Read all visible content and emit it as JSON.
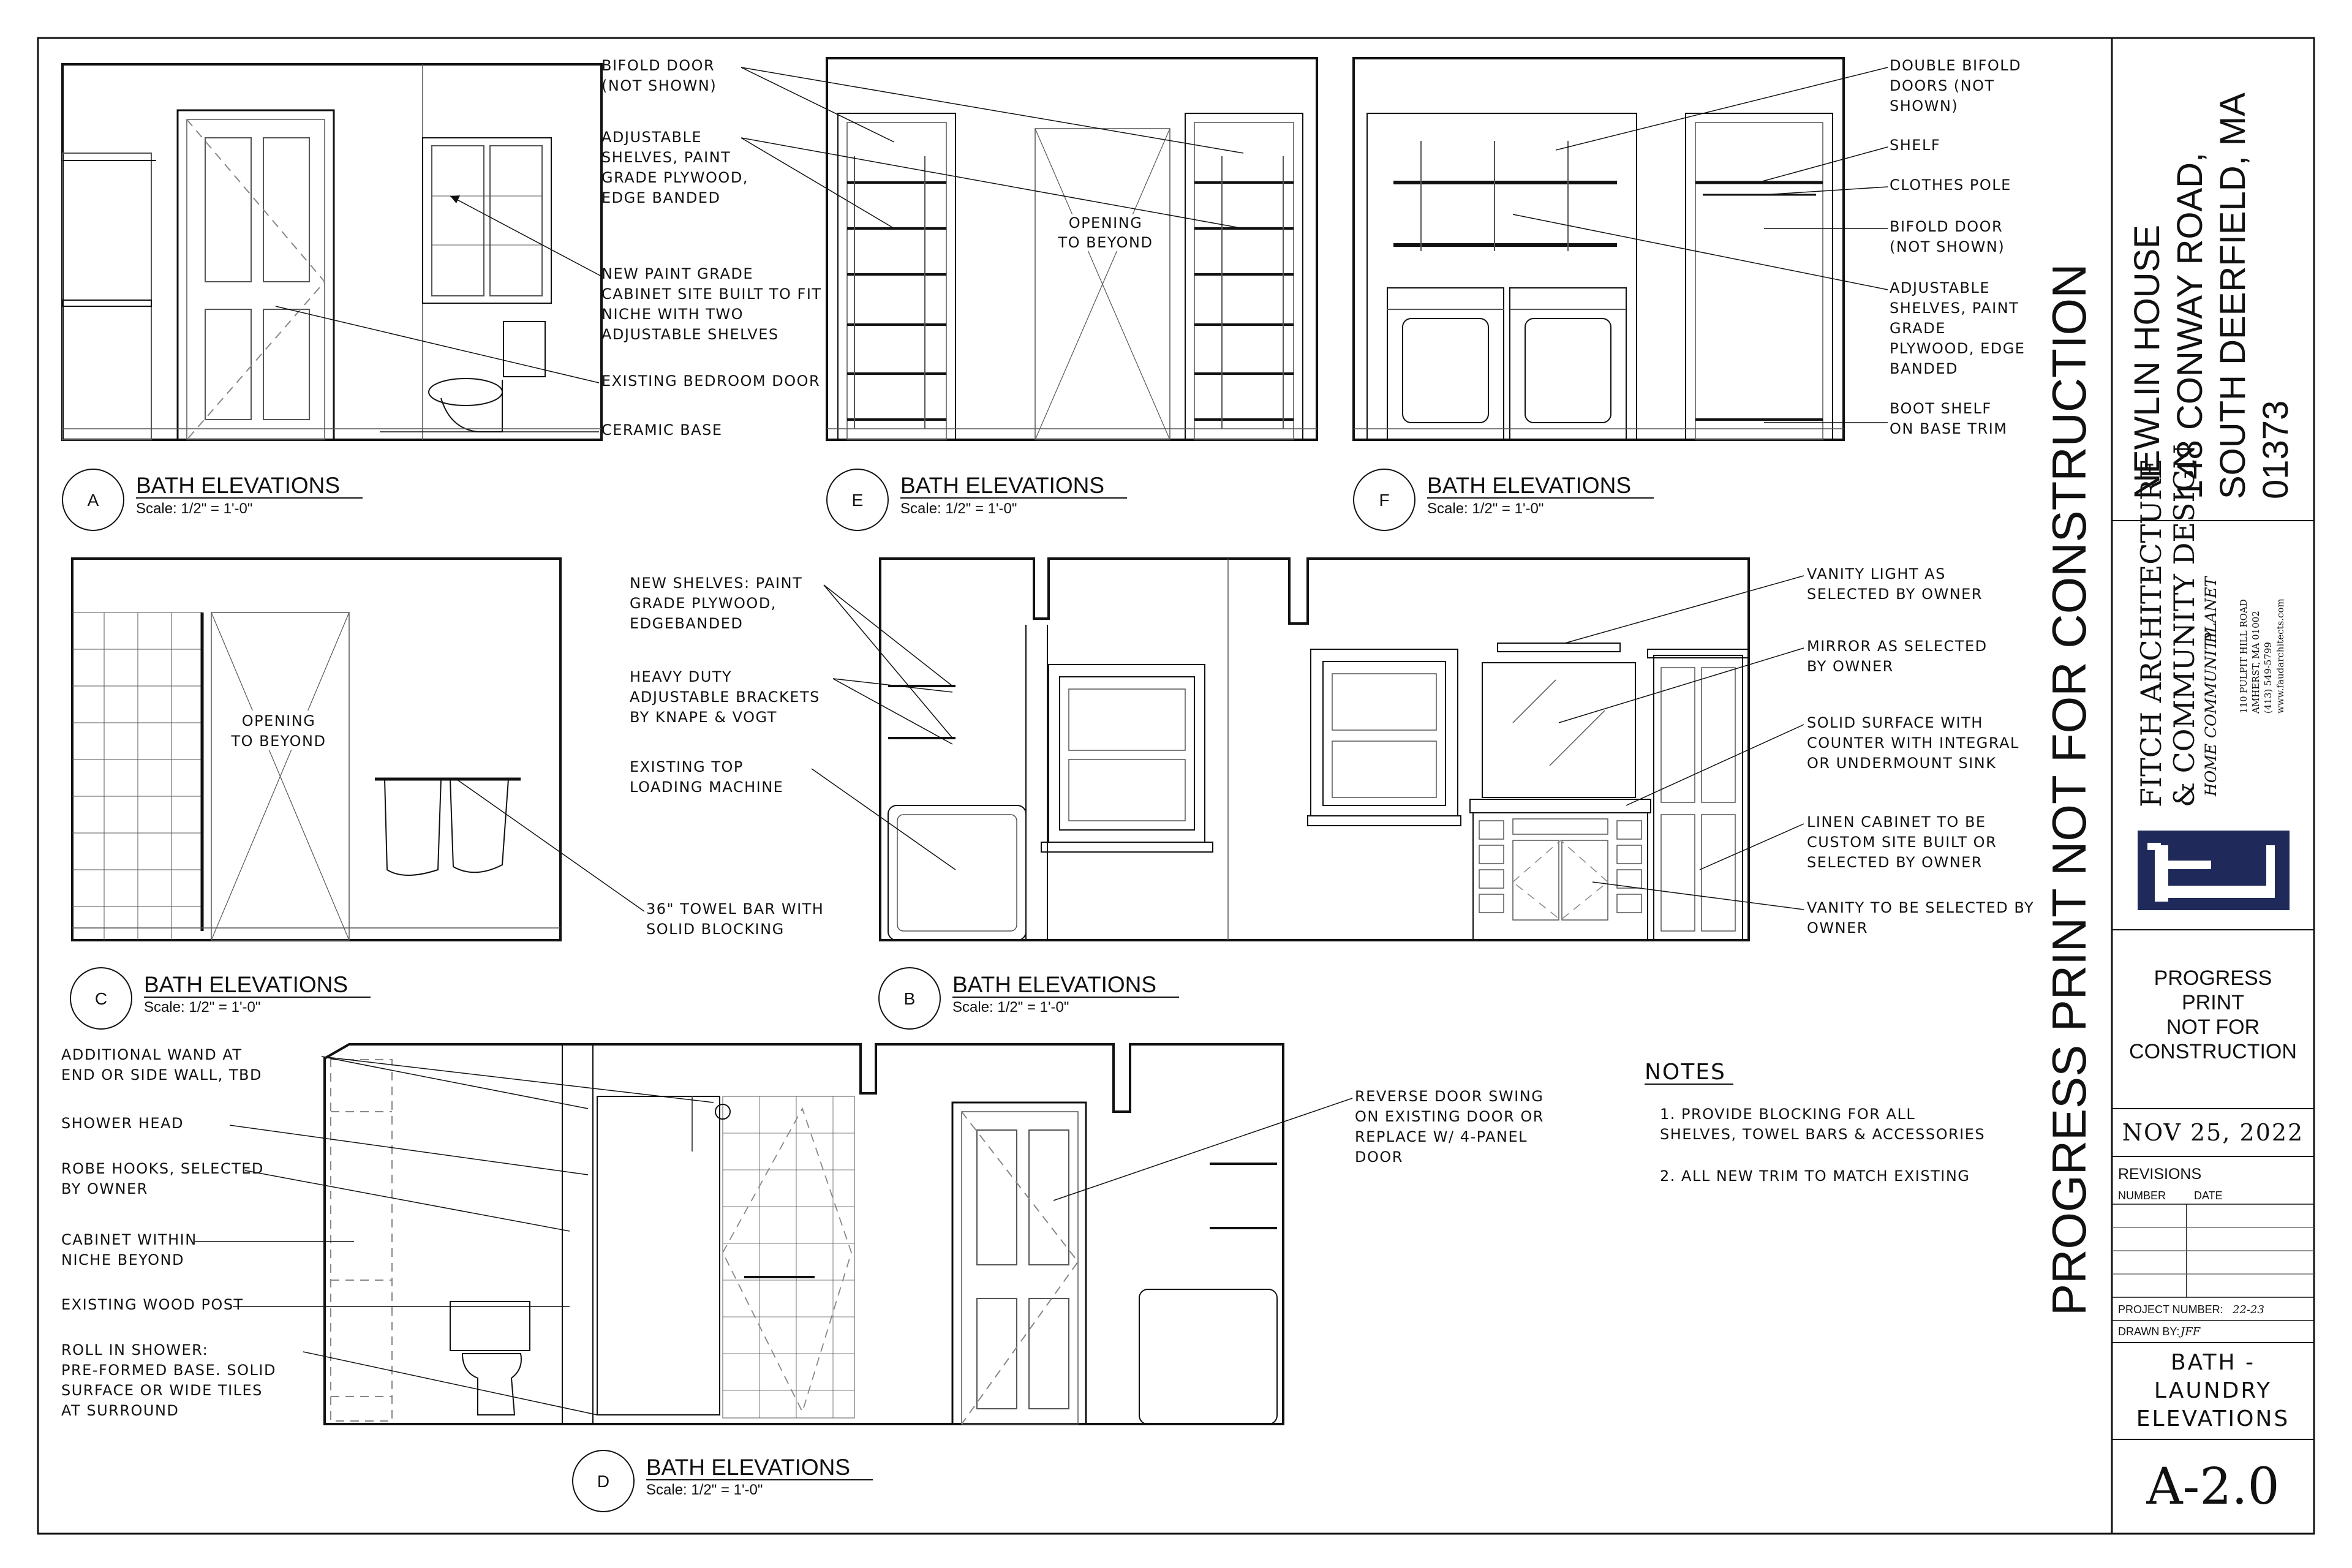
{
  "sheet": {
    "vertical_banner": "PROGRESS PRINT NOT FOR CONSTRUCTION"
  },
  "project": {
    "name": "NEWLIN HOUSE",
    "address_line1": "148 CONWAY ROAD,",
    "address_line2": "SOUTH DEERFIELD, MA",
    "address_line3": "01373"
  },
  "firm": {
    "name_line1": "FITCH ARCHITECTURE",
    "name_line2": "& COMMUNITY DESIGN",
    "tagline": [
      "HOME",
      "COMMUNITY",
      "PLANET"
    ],
    "address": [
      "110 PULPIT HILL ROAD",
      "AMHERST, MA 01002",
      "(413) 549-5799",
      "www.faudarchitects.com"
    ],
    "logo_color": "#1f2a5a"
  },
  "status": {
    "line1": "PROGRESS",
    "line2": "PRINT",
    "line3": "NOT FOR",
    "line4": "CONSTRUCTION"
  },
  "date": "NOV 25, 2022",
  "revisions": {
    "title": "REVISIONS",
    "col_number": "NUMBER",
    "col_date": "DATE"
  },
  "project_number": {
    "label": "PROJECT NUMBER:",
    "value": "22-23"
  },
  "drawn_by": {
    "label": "DRAWN BY:",
    "value": "JFF"
  },
  "sheet_title": {
    "line1": "BATH -",
    "line2": "LAUNDRY",
    "line3": "ELEVATIONS"
  },
  "sheet_number": "A-2.0",
  "elevations": {
    "A": {
      "letter": "A",
      "title": "BATH ELEVATIONS",
      "scale": "Scale: 1/2\" = 1'-0\""
    },
    "E": {
      "letter": "E",
      "title": "BATH ELEVATIONS",
      "scale": "Scale: 1/2\" = 1'-0\""
    },
    "F": {
      "letter": "F",
      "title": "BATH ELEVATIONS",
      "scale": "Scale: 1/2\" = 1'-0\""
    },
    "C": {
      "letter": "C",
      "title": "BATH ELEVATIONS",
      "scale": "Scale: 1/2\" = 1'-0\""
    },
    "B": {
      "letter": "B",
      "title": "BATH ELEVATIONS",
      "scale": "Scale: 1/2\" = 1'-0\""
    },
    "D": {
      "letter": "D",
      "title": "BATH ELEVATIONS",
      "scale": "Scale: 1/2\" = 1'-0\""
    }
  },
  "callouts": {
    "a_new_cabinet": [
      "NEW PAINT GRADE",
      "CABINET SITE BUILT TO FIT",
      "NICHE WITH TWO",
      "ADJUSTABLE SHELVES"
    ],
    "a_bedroom_door": [
      "EXISTING BEDROOM DOOR"
    ],
    "a_ceramic_base": [
      "CERAMIC BASE"
    ],
    "e_bifold": [
      "BIFOLD DOOR",
      "(NOT SHOWN)"
    ],
    "e_shelves": [
      "ADJUSTABLE",
      "SHELVES, PAINT",
      "GRADE PLYWOOD,",
      "EDGE BANDED"
    ],
    "e_opening": [
      "OPENING",
      "TO BEYOND"
    ],
    "f_double_bifold": [
      "DOUBLE BIFOLD",
      "DOORS (NOT",
      "SHOWN)"
    ],
    "f_shelf": [
      "SHELF"
    ],
    "f_clothes_pole": [
      "CLOTHES POLE"
    ],
    "f_bifold": [
      "BIFOLD DOOR",
      "(NOT SHOWN)"
    ],
    "f_shelves": [
      "ADJUSTABLE",
      "SHELVES, PAINT",
      "GRADE",
      "PLYWOOD, EDGE",
      "BANDED"
    ],
    "f_boot_shelf": [
      "BOOT SHELF",
      "ON BASE TRIM"
    ],
    "c_opening": [
      "OPENING",
      "TO BEYOND"
    ],
    "c_towel_bar": [
      "36\" TOWEL BAR WITH",
      "SOLID BLOCKING"
    ],
    "b_new_shelves": [
      "NEW SHELVES: PAINT",
      "GRADE PLYWOOD,",
      "EDGEBANDED"
    ],
    "b_brackets": [
      "HEAVY DUTY",
      "ADJUSTABLE BRACKETS",
      "BY KNAPE & VOGT"
    ],
    "b_machine": [
      "EXISTING TOP",
      "LOADING MACHINE"
    ],
    "b_vanity_light": [
      "VANITY LIGHT AS",
      "SELECTED BY OWNER"
    ],
    "b_mirror": [
      "MIRROR AS SELECTED",
      "BY OWNER"
    ],
    "b_solid_surface": [
      "SOLID SURFACE WITH",
      "COUNTER WITH INTEGRAL",
      "OR UNDERMOUNT SINK"
    ],
    "b_linen": [
      "LINEN CABINET TO BE",
      "CUSTOM SITE BUILT OR",
      "SELECTED BY OWNER"
    ],
    "b_vanity": [
      "VANITY TO BE SELECTED BY",
      "OWNER"
    ],
    "d_wand": [
      "ADDITIONAL WAND AT",
      "END OR SIDE WALL, TBD"
    ],
    "d_shower_head": [
      "SHOWER HEAD"
    ],
    "d_robe_hooks": [
      "ROBE HOOKS, SELECTED",
      "BY OWNER"
    ],
    "d_cabinet": [
      "CABINET WITHIN",
      "NICHE BEYOND"
    ],
    "d_post": [
      "EXISTING WOOD POST"
    ],
    "d_roll_in": [
      "ROLL IN SHOWER:",
      "PRE-FORMED BASE. SOLID",
      "SURFACE OR WIDE TILES",
      "AT SURROUND"
    ],
    "d_reverse_door": [
      "REVERSE DOOR SWING",
      "ON EXISTING DOOR OR",
      "REPLACE W/ 4-PANEL",
      "DOOR"
    ]
  },
  "notes": {
    "heading": "NOTES",
    "items": [
      [
        "1. PROVIDE BLOCKING FOR ALL",
        "SHELVES, TOWEL BARS & ACCESSORIES"
      ],
      [
        "2. ALL NEW TRIM TO MATCH EXISTING"
      ]
    ]
  }
}
